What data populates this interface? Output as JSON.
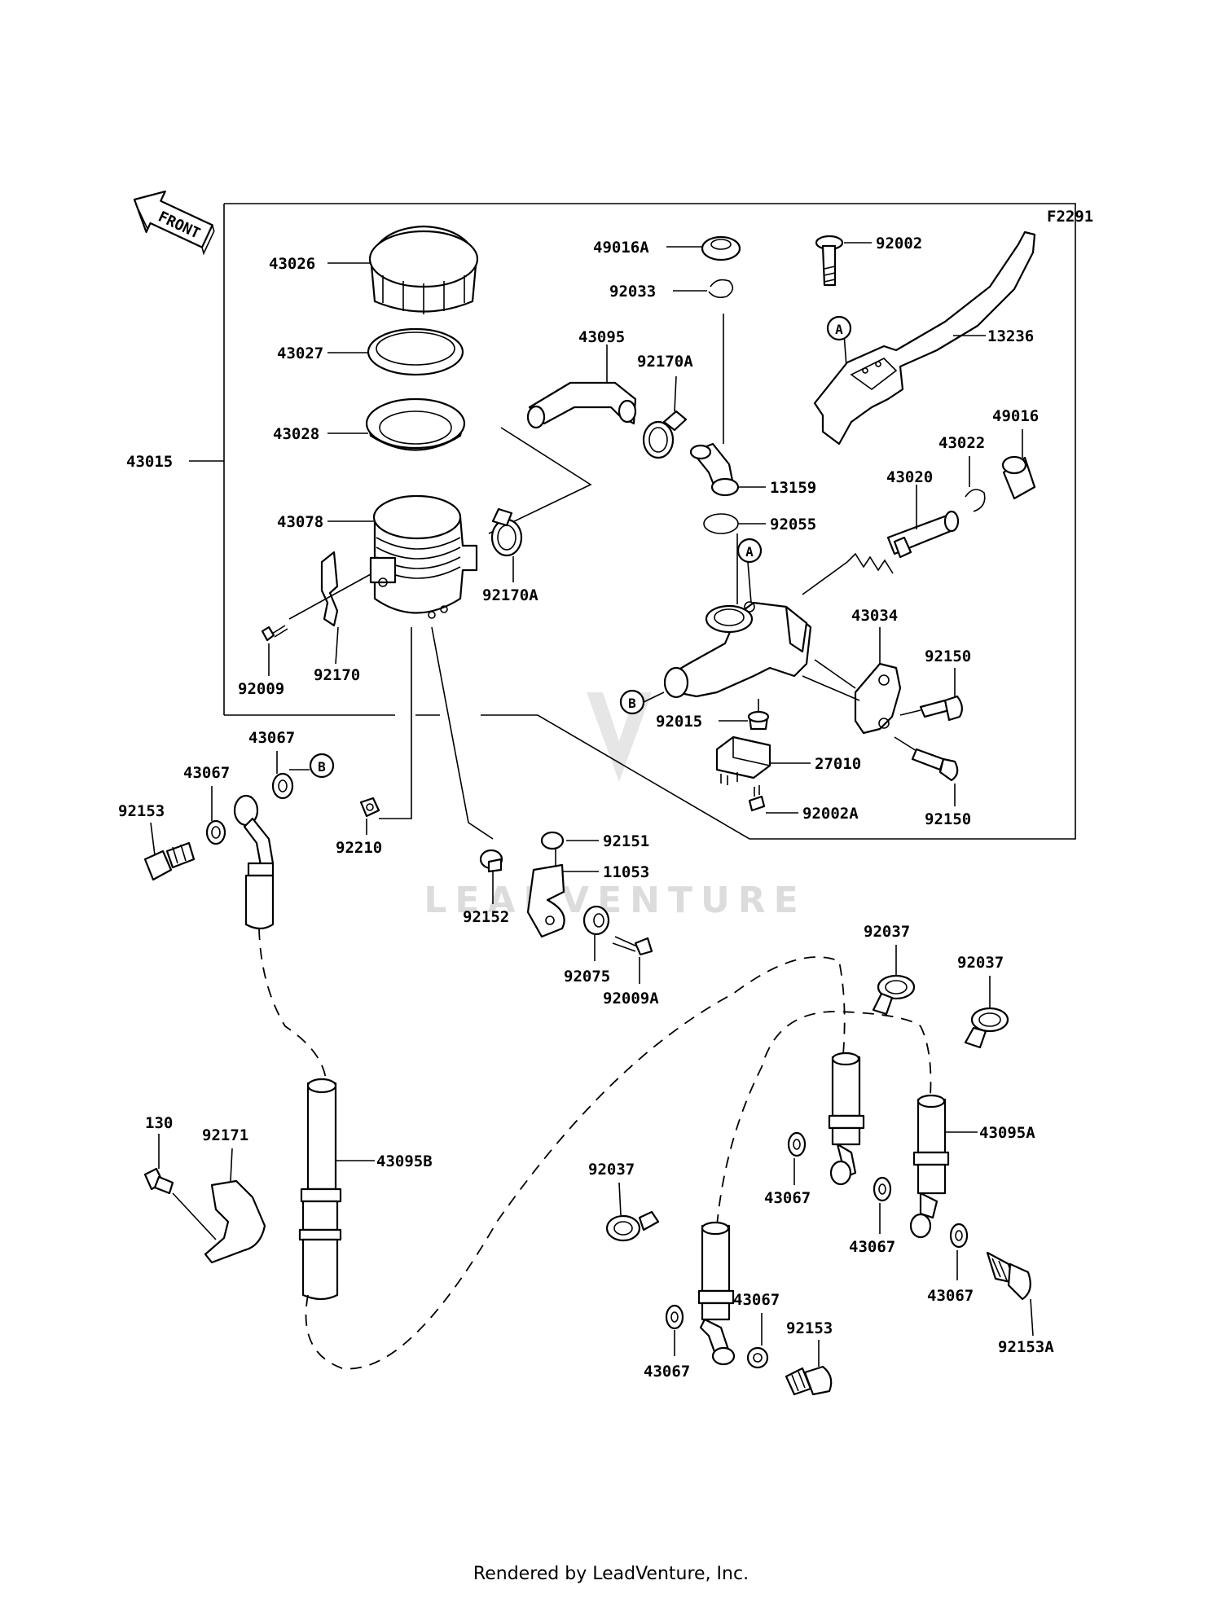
{
  "figure_code": "F2291",
  "front_label": "FRONT",
  "watermark": "LEADVENTURE",
  "footer": "Rendered by LeadVenture, Inc.",
  "callouts": {
    "A": "A",
    "B": "B"
  },
  "parts": {
    "p43026": "43026",
    "p43027": "43027",
    "p43028": "43028",
    "p43015": "43015",
    "p43078": "43078",
    "p92009": "92009",
    "p92170": "92170",
    "p43095": "43095",
    "p92170A_top": "92170A",
    "p92170A_bot": "92170A",
    "p49016A": "49016A",
    "p92033": "92033",
    "p13159": "13159",
    "p92055": "92055",
    "p92002": "92002",
    "p13236": "13236",
    "p49016": "49016",
    "p43022": "43022",
    "p43020": "43020",
    "p43034": "43034",
    "p92150_a": "92150",
    "p92015": "92015",
    "p27010": "27010",
    "p92150_b": "92150",
    "p92002A": "92002A",
    "p43067_a": "43067",
    "p43067_b": "43067",
    "p92153_a": "92153",
    "p92210": "92210",
    "p92151": "92151",
    "p11053": "11053",
    "p92152": "92152",
    "p92075": "92075",
    "p92009A": "92009A",
    "p92037_a": "92037",
    "p92037_b": "92037",
    "p92037_c": "92037",
    "p130": "130",
    "p92171": "92171",
    "p43095B": "43095B",
    "p43095A": "43095A",
    "p43067_c": "43067",
    "p43067_d": "43067",
    "p43067_e": "43067",
    "p43067_f": "43067",
    "p43067_g": "43067",
    "p92153_b": "92153",
    "p92153A": "92153A"
  }
}
